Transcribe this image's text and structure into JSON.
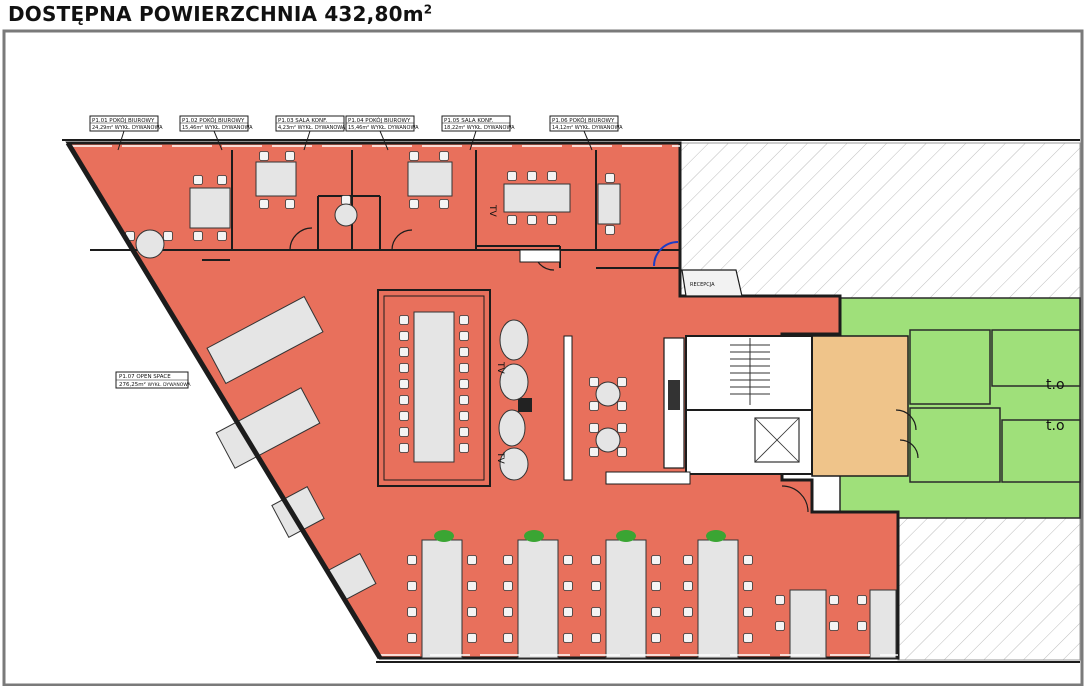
{
  "title": {
    "main": "DOSTĘPNA POWIERZCHNIA 432,80m",
    "sup": "2"
  },
  "colors": {
    "office": "#e8705c",
    "service": "#9fe07a",
    "core": "#efc48a",
    "hatch": "#c8c8c8",
    "wall": "#1c1c1c"
  },
  "rooms": [
    {
      "code": "P1.01",
      "name": "POKÓJ BIUROWY",
      "area": "24,29m²",
      "finish": "WYKŁ. DYWANOWA"
    },
    {
      "code": "P1.02",
      "name": "POKÓJ BIUROWY",
      "area": "15,46m²",
      "finish": "WYKŁ. DYWANOWA"
    },
    {
      "code": "P1.03",
      "name": "SALA KONF.",
      "area": "4,23m²",
      "finish": "WYKŁ. DYWANOWA"
    },
    {
      "code": "P1.04",
      "name": "POKÓJ BIUROWY",
      "area": "15,46m²",
      "finish": "WYKŁ. DYWANOWA"
    },
    {
      "code": "P1.05",
      "name": "SALA KONF.",
      "area": "18,22m²",
      "finish": "WYKŁ. DYWANOWA"
    },
    {
      "code": "P1.06",
      "name": "POKÓJ BIUROWY",
      "area": "14,12m²",
      "finish": "WYKŁ. DYWANOWA"
    }
  ],
  "open_space": {
    "code": "P1.07",
    "name": "OPEN SPACE",
    "area": "276,25m²",
    "finish": "WYKŁ. DYWANOWA"
  },
  "reception_label": "RECEPCJA",
  "tv_label": "TV",
  "wc_label": "t.o"
}
